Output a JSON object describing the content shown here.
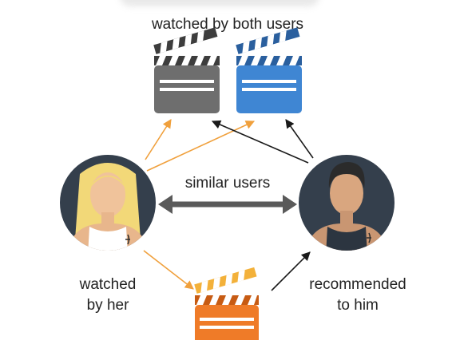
{
  "labels": {
    "watched_both": "watched by both users",
    "similar": "similar users",
    "watched_her": [
      "watched",
      "by her"
    ],
    "recommended": [
      "recommended",
      "to him"
    ]
  },
  "colors": {
    "orange_arrow": "#f0a03c",
    "black_arrow": "#1a1a1a",
    "similar_arrow": "#5a5a5a",
    "circle_bg": "#343f4c",
    "clapper_gray": "#6e6e6e",
    "clapper_blue": "#3f86d3",
    "clapper_orange": "#ef7b28"
  },
  "icons": [
    "clapperboard-gray-icon",
    "clapperboard-blue-icon",
    "clapperboard-orange-icon",
    "woman-avatar-icon",
    "man-avatar-icon"
  ]
}
